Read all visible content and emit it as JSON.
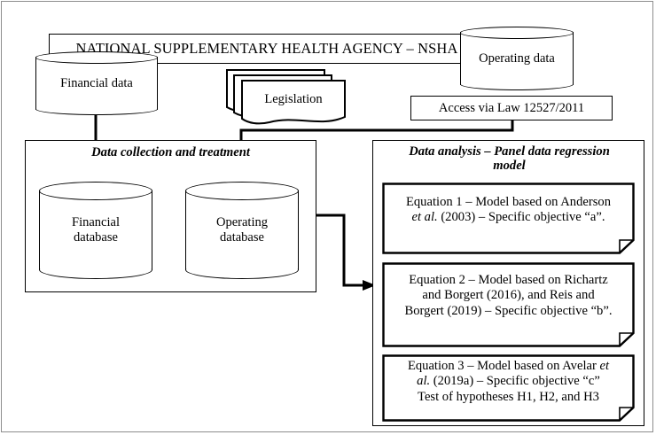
{
  "diagram": {
    "title_box": {
      "text": "NATIONAL SUPPLEMENTARY HEALTH AGENCY – NSHA"
    },
    "sources": {
      "financial_data": "Financial data",
      "operating_data": "Operating data",
      "legislation": "Legislation",
      "access_law": "Access via Law 12527/2011"
    },
    "collection": {
      "label": "Data collection and treatment",
      "financial_database": "Financial\ndatabase",
      "financial_database_line1": "Financial",
      "financial_database_line2": "database",
      "operating_database_line1": "Operating",
      "operating_database_line2": "database"
    },
    "analysis": {
      "label_line1": "Data analysis – Panel data regression",
      "label_line2": "model",
      "equations": [
        {
          "id": "equation-1",
          "line1": "Equation 1 – Model based on Anderson",
          "line2_italic": "et al.",
          "line2_rest": " (2003) – Specific objective “a”."
        },
        {
          "id": "equation-2",
          "line1": "Equation 2 – Model based on Richartz",
          "line2": "and Borgert (2016), and Reis and",
          "line3": "Borgert (2019) – Specific objective “b”."
        },
        {
          "id": "equation-3",
          "line1_rest": "Equation 3 – Model based on Avelar ",
          "line1_italic": "et",
          "line2_italic": "al.",
          "line2_rest": " (2019a) – Specific objective “c”",
          "line3": "Test of hypotheses H1, H2, and H3"
        }
      ]
    },
    "colors": {
      "stroke": "#000000",
      "frame": "#8d8d8d",
      "background": "#ffffff"
    }
  }
}
